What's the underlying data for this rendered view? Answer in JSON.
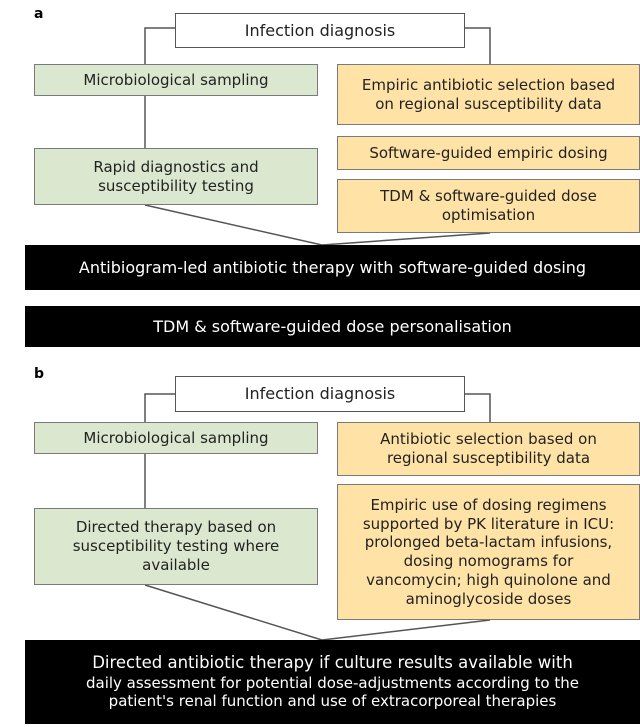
{
  "panel_a": {
    "label": "a",
    "diagnosis": "Infection diagnosis",
    "sampling": "Microbiological sampling",
    "rapid": "Rapid diagnostics and\nsusceptibility testing",
    "empiric_selection": "Empiric antibiotic selection based\non regional susceptibility data",
    "empiric_dosing": "Software-guided empiric dosing",
    "tdm_opt": "TDM & software-guided dose\noptimisation",
    "antibiogram": "Antibiogram-led antibiotic therapy with software-guided dosing",
    "personalisation": "TDM & software-guided dose personalisation"
  },
  "panel_b": {
    "label": "b",
    "diagnosis": "Infection diagnosis",
    "sampling": "Microbiological sampling",
    "directed_susc": "Directed therapy based on\nsusceptibility testing where\navailable",
    "selection": "Antibiotic selection based on\nregional susceptibility data",
    "empiric_regimens": "Empiric use of dosing regimens\nsupported by PK literature in ICU:\nprolonged beta-lactam infusions,\ndosing nomograms for\nvancomycin; high quinolone and\naminoglycoside doses",
    "directed_title": "Directed antibiotic therapy if culture results available with",
    "directed_detail": "daily assessment for potential dose-adjustments according to the\npatient's renal function and use of extracorporeal therapies"
  }
}
